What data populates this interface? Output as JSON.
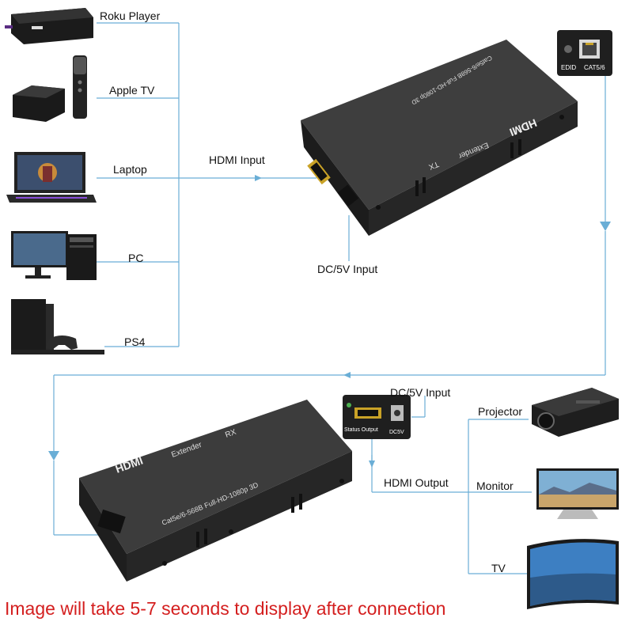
{
  "sources": [
    {
      "label": "Roku Player",
      "icon": "roku-player-icon"
    },
    {
      "label": "Apple TV",
      "icon": "apple-tv-icon"
    },
    {
      "label": "Laptop",
      "icon": "laptop-icon"
    },
    {
      "label": "PC",
      "icon": "pc-icon"
    },
    {
      "label": "PS4",
      "icon": "ps4-icon"
    }
  ],
  "transmitter": {
    "input_label": "HDMI Input",
    "power_label": "DC/5V Input",
    "brand": "HDMI",
    "name": "Extender",
    "mode": "TX",
    "spec": "Cat5e/6-568B  Full-HD-1080p 3D",
    "port_edid": "EDID",
    "port_cat": "CAT5/6"
  },
  "receiver": {
    "power_label": "DC/5V Input",
    "output_label": "HDMI Output",
    "brand": "HDMI",
    "name": "Extender",
    "mode": "RX",
    "spec": "Cat5e/6-568B  Full-HD-1080p 3D",
    "port_status": "Status Output",
    "port_dc": "DC5V"
  },
  "displays": [
    {
      "label": "Projector",
      "icon": "projector-icon"
    },
    {
      "label": "Monitor",
      "icon": "monitor-icon"
    },
    {
      "label": "TV",
      "icon": "tv-icon"
    }
  ],
  "caption": "Image will take 5-7 seconds to display after connection",
  "colors": {
    "line": "#6aaed6",
    "caption": "#d41f1f",
    "device": "#2a2a2a"
  }
}
